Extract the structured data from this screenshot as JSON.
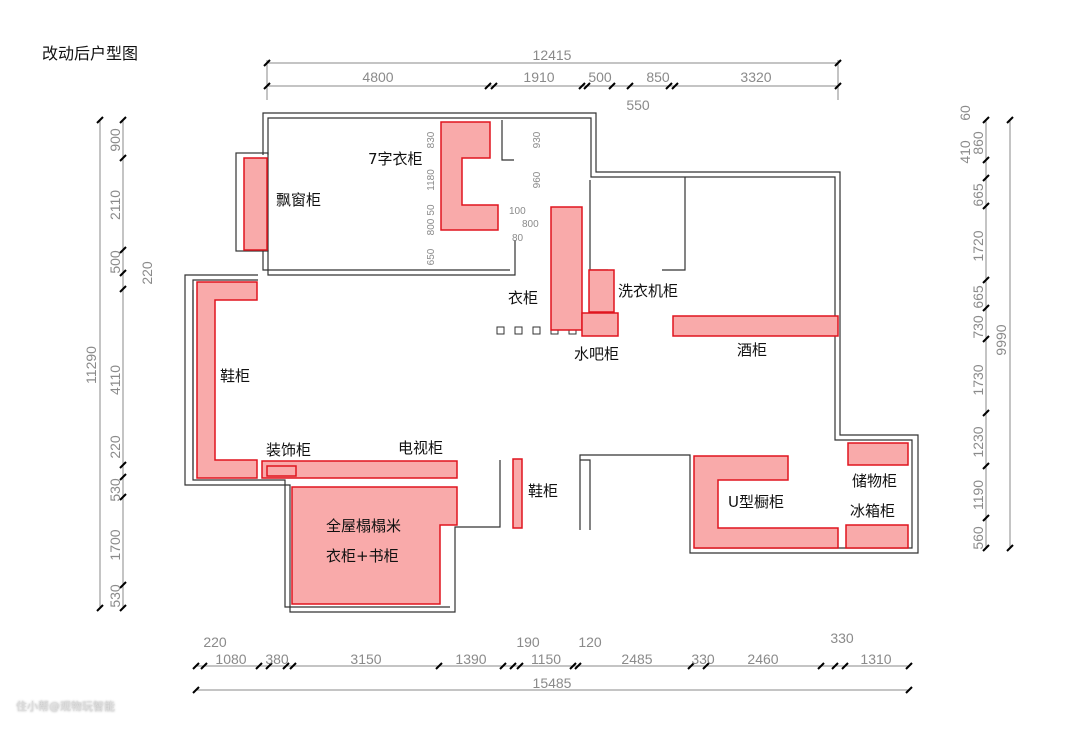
{
  "title": "改动后户型图",
  "dims_top": {
    "total": "12415",
    "segments": [
      "4800",
      "1910",
      "500",
      "850",
      "3320"
    ],
    "sub": "550"
  },
  "dims_left": {
    "total": "11290",
    "segments": [
      "900",
      "2110",
      "500",
      "4110",
      "220",
      "530",
      "1700",
      "530"
    ],
    "sub": "220"
  },
  "dims_right": {
    "total": "9990",
    "segments": [
      "60",
      "860",
      "665",
      "1720",
      "665",
      "730",
      "1730",
      "1230",
      "1190",
      "560"
    ],
    "sub": "410"
  },
  "dims_bottom": {
    "total": "15485",
    "segments": [
      "1080",
      "380",
      "3150",
      "1390",
      "1150",
      "2485",
      "330",
      "2460",
      "1310"
    ],
    "subs": [
      "220",
      "190",
      "120",
      "330"
    ]
  },
  "dims_inner": [
    "830",
    "1180",
    "50",
    "800",
    "650",
    "930",
    "960",
    "100",
    "800",
    "80"
  ],
  "cabinets": {
    "bay_window": "飘窗柜",
    "l_wardrobe": "7字衣柜",
    "wardrobe": "衣柜",
    "laundry": "洗衣机柜",
    "water_bar": "水吧柜",
    "wine": "酒柜",
    "shoe_left": "鞋柜",
    "decor": "装饰柜",
    "tv": "电视柜",
    "tatami_1": "全屋榻榻米",
    "tatami_2": "衣柜+书柜",
    "shoe_right": "鞋柜",
    "u_kitchen": "U型橱柜",
    "storage": "储物柜",
    "fridge": "冰箱柜"
  },
  "colors": {
    "cabinet_fill": "#f9aaaa",
    "cabinet_stroke": "#e0141e"
  },
  "watermark": "住小帮@观物玩智能"
}
